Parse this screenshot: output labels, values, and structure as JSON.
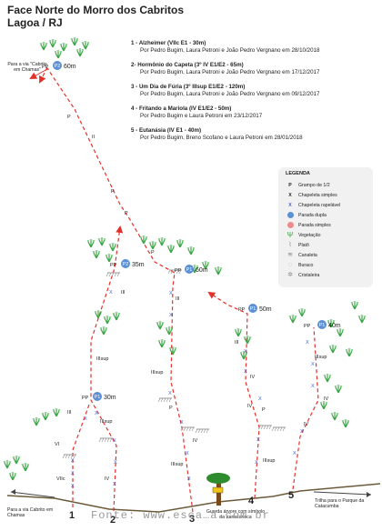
{
  "title": {
    "line1": "Face Norte do Morro dos Cabritos",
    "line2": "Lagoa / RJ"
  },
  "routes": [
    {
      "name": "1 - Alzheimer (VIIc E1 - 30m)",
      "by": "Por Pedro Bugim, Laura Petroni e João Pedro Vergnano em 28/10/2018"
    },
    {
      "name": "2- Hormônio do Capeta (3º IV E1/E2 - 65m)",
      "by": "Por Pedro Bugim, Laura Petroni e João Pedro Vergnano em 17/12/2017"
    },
    {
      "name": "3 - Um Dia de Fúria (3º IIIsup E1/E2 - 120m)",
      "by": "Por Pedro Bugim, Laura Petroni e João Pedro Vergnano em 09/12/2017"
    },
    {
      "name": "4 - Fritando a Mariola (IV E1/E2 - 50m)",
      "by": "Por Pedro Bugim e Laura Petroni em 23/12/2017"
    },
    {
      "name": "5 - Eutanásia (IV E1 - 40m)",
      "by": "Por Pedro Bugim, Breno Scofano e Laura Petroni em 28/01/2018"
    }
  ],
  "legend": {
    "title": "LEGENDA",
    "items": [
      {
        "symbol": "P",
        "label": "Grampo de 1/2"
      },
      {
        "symbol": "X",
        "label": "Chapeleta simples"
      },
      {
        "symbol": "X",
        "label": "Chapeleta rapelável"
      },
      {
        "symbol": "",
        "label": "Parada dupla"
      },
      {
        "symbol": "",
        "label": "Parada simples"
      },
      {
        "symbol": "",
        "label": "Vegetação"
      },
      {
        "symbol": "",
        "label": "Platô"
      },
      {
        "symbol": "",
        "label": "Canaleta"
      },
      {
        "symbol": "",
        "label": "Buraco"
      },
      {
        "symbol": "",
        "label": "Cristaleira"
      }
    ]
  },
  "stations": {
    "p2_top": "P2",
    "p2_top_h": "60m",
    "p2_mid": "P2",
    "p2_mid_h": "35m",
    "p1_a": "P1",
    "p1_a_h": "60m",
    "p1_b": "P1",
    "p1_b_h": "50m",
    "p1_c": "P1",
    "p1_c_h": "40m",
    "p1_d": "P1",
    "p1_d_h": "30m",
    "pp": "PP"
  },
  "grades": {
    "vi": "VI",
    "viic": "VIIc",
    "iv": "IV",
    "iii": "III",
    "iiisup": "IIIsup",
    "ii": "II",
    "p": "P",
    "x": "X"
  },
  "route_numbers": [
    "1",
    "2",
    "3",
    "4",
    "5"
  ],
  "notes": {
    "left_top": "Para a via \"Cabrito em Chamas\"",
    "left_bottom": "Para a via Cabrito em Chamas",
    "right_bottom": "Trilha para o Parque da Catacumba",
    "tree": "Guarda árvore com símbolo da transcarioca"
  },
  "watermark": "Fonte: www.esca…a.com.br",
  "colors": {
    "route": "#e4302b",
    "station": "#5b8fd6",
    "veg": "#3aa544",
    "bolt": "#3a5fd0",
    "text": "#222222"
  }
}
